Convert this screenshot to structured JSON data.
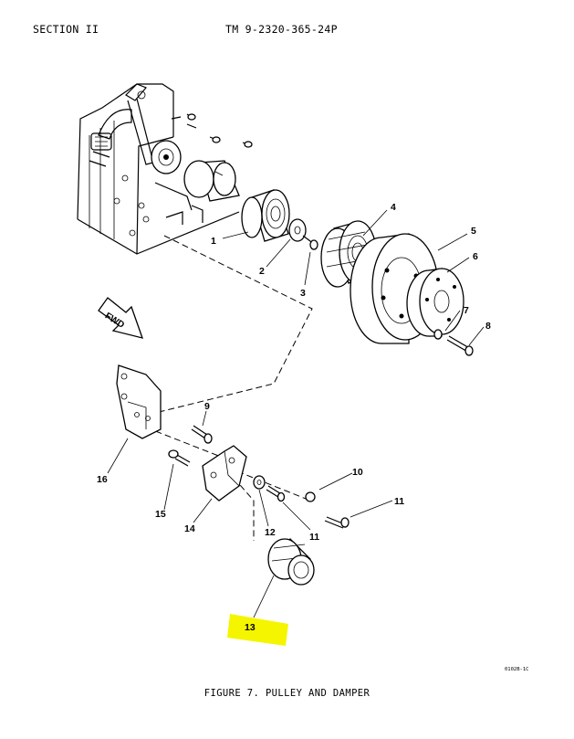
{
  "header": {
    "section": "SECTION II",
    "manual": "TM 9-2320-365-24P"
  },
  "figure": {
    "caption": "FIGURE 7.  PULLEY AND DAMPER",
    "drawing_code": "0102B-1C",
    "highlight_color": "#f5f500",
    "fwd_label": "FWD"
  },
  "callouts": [
    "1",
    "2",
    "3",
    "4",
    "5",
    "6",
    "7",
    "8",
    "9",
    "10",
    "11",
    "11",
    "12",
    "13",
    "14",
    "15",
    "16"
  ]
}
